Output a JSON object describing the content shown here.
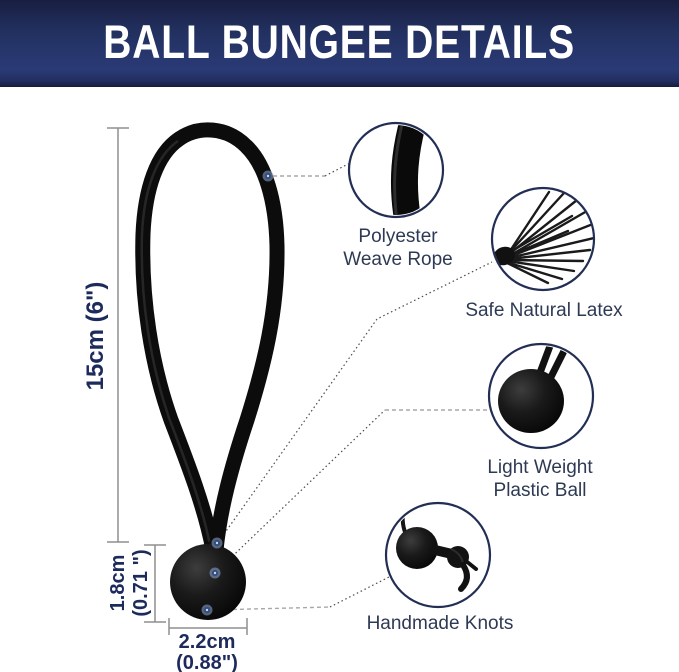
{
  "banner": {
    "title": "BALL BUNGEE DETAILS"
  },
  "callouts": [
    {
      "label": "Polyester\nWeave Rope",
      "icon": "rope-closeup"
    },
    {
      "label": "Safe Natural Latex",
      "icon": "latex-strands"
    },
    {
      "label": "Light Weight\nPlastic Ball",
      "icon": "plastic-ball"
    },
    {
      "label": "Handmade Knots",
      "icon": "knotted-cord"
    }
  ],
  "dimensions": {
    "loop_height": "15cm (6\")",
    "ball_height": "1.8cm\n(0.71 \")",
    "ball_width": "2.2cm\n(0.88\")"
  },
  "colors": {
    "banner_top": "#181e41",
    "banner_bottom": "#2a3a76",
    "title_text": "#ffffff",
    "label_text": "#2e3a54",
    "dim_text": "#1c2a5c",
    "dim_line": "#8f8f8f",
    "callout_outline": "#232e55",
    "product_black": "#0c0c0c",
    "marker_dot": "#2f4b80"
  }
}
